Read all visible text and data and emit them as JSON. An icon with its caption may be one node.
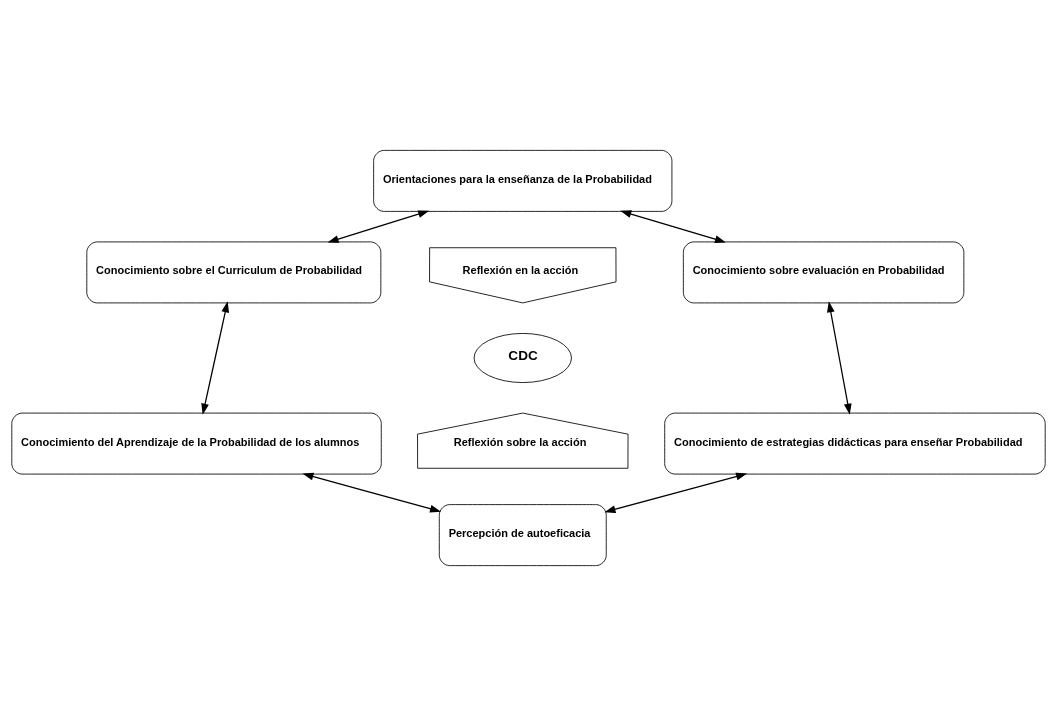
{
  "diagram": {
    "nodes": [
      {
        "text": [
          "Orientaciones para la enseñanza de la Probabilidad"
        ]
      },
      {
        "text": [
          "Conocimiento sobre el Curriculum de Probabilidad"
        ]
      },
      {
        "text": [
          "Reflexión en la acción"
        ]
      },
      {
        "text": [
          "Conocimiento sobre evaluación en Probabilidad"
        ]
      },
      {
        "text": [
          "CDC"
        ]
      },
      {
        "text": [
          "Conocimiento del Aprendizaje de la Probabilidad de los alumnos"
        ]
      },
      {
        "text": [
          "Reflexión sobre la acción"
        ]
      },
      {
        "text": [
          "Conocimiento de estrategias didácticas para enseñar Probabilidad"
        ]
      },
      {
        "text": [
          "Percepción de autoeficacia"
        ]
      }
    ],
    "edges": [
      {
        "from": 0,
        "to": 1,
        "arrow": "both"
      },
      {
        "from": 0,
        "to": 3,
        "arrow": "both"
      },
      {
        "from": 1,
        "to": 5,
        "arrow": "both"
      },
      {
        "from": 3,
        "to": 7,
        "arrow": "both"
      },
      {
        "from": 5,
        "to": 8,
        "arrow": "both"
      },
      {
        "from": 7,
        "to": 8,
        "arrow": "both"
      }
    ]
  }
}
